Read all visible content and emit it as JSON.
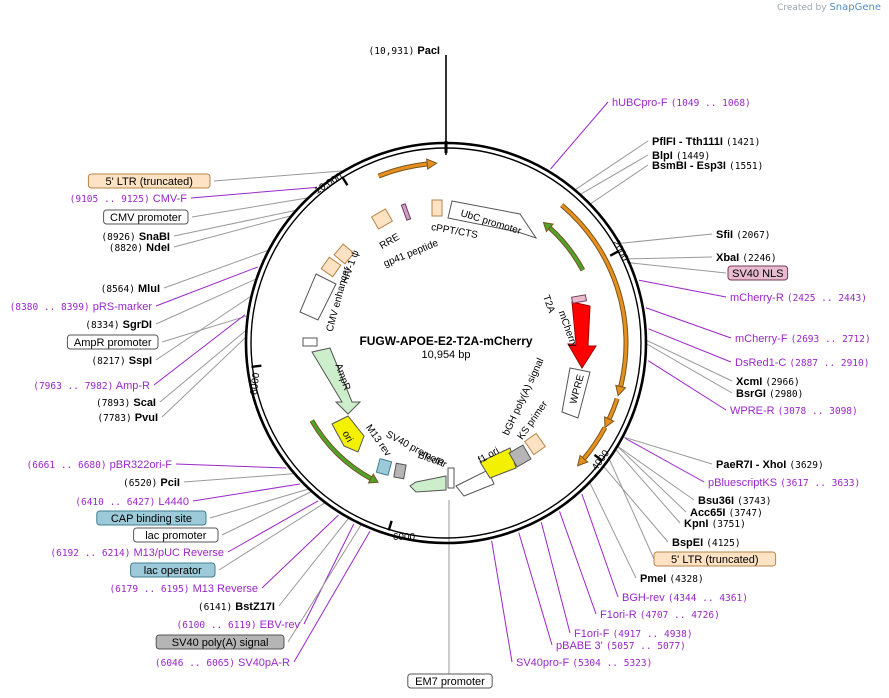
{
  "credit": {
    "prefix": "Created by",
    "brand": "SnapGene"
  },
  "plasmid": {
    "name": "FUGW-APOE-E2-T2A-mCherry",
    "length": "10,954 bp"
  },
  "ticks": [
    "10,000",
    "2000",
    "4000",
    "6000",
    "8000"
  ],
  "colors": {
    "backbone": "#000000",
    "primer": "#9b27c9",
    "enzyme": "#000000",
    "position": "#000000",
    "orange_feature": "#e58f1c",
    "green_feature": "#4ea32a",
    "leader": "#999999"
  },
  "right_labels": [
    {
      "name": "hUBCpro-F",
      "pos": "(1049 .. 1068)",
      "kind": "primer"
    },
    {
      "name": "PflFI",
      "extra": "Tth111I",
      "pos": "(1421)",
      "kind": "enzyme"
    },
    {
      "name": "BlpI",
      "pos": "(1449)",
      "kind": "enzyme"
    },
    {
      "name": "BsmBI",
      "extra": "Esp3I",
      "pos": "(1551)",
      "kind": "enzyme"
    },
    {
      "name": "SfiI",
      "pos": "(2067)",
      "kind": "enzyme"
    },
    {
      "name": "XbaI",
      "pos": "(2246)",
      "kind": "enzyme"
    },
    {
      "name": "SV40 NLS",
      "kind": "box",
      "fill": "#e8bcd0",
      "stroke": "#7a3a55"
    },
    {
      "name": "mCherry-R",
      "pos": "(2425 .. 2443)",
      "kind": "primer"
    },
    {
      "name": "mCherry-F",
      "pos": "(2693 .. 2712)",
      "kind": "primer"
    },
    {
      "name": "DsRed1-C",
      "pos": "(2887 .. 2910)",
      "kind": "primer"
    },
    {
      "name": "XcmI",
      "pos": "(2966)",
      "kind": "enzyme"
    },
    {
      "name": "BsrGI",
      "pos": "(2980)",
      "kind": "enzyme"
    },
    {
      "name": "WPRE-R",
      "pos": "(3078 .. 3098)",
      "kind": "primer"
    },
    {
      "name": "PaeR7I",
      "extra": "XhoI",
      "pos": "(3629)",
      "kind": "enzyme"
    },
    {
      "name": "pBluescriptKS",
      "pos": "(3617 .. 3633)",
      "kind": "primer"
    },
    {
      "name": "Bsu36I",
      "pos": "(3743)",
      "kind": "enzyme"
    },
    {
      "name": "Acc65I",
      "pos": "(3747)",
      "kind": "enzyme"
    },
    {
      "name": "KpnI",
      "pos": "(3751)",
      "kind": "enzyme"
    },
    {
      "name": "BspEI",
      "pos": "(4125)",
      "kind": "enzyme"
    },
    {
      "name": "5' LTR (truncated)",
      "kind": "box",
      "fill": "#fde2c4",
      "stroke": "#b8864a"
    },
    {
      "name": "PmeI",
      "pos": "(4328)",
      "kind": "enzyme"
    },
    {
      "name": "BGH-rev",
      "pos": "(4344 .. 4361)",
      "kind": "primer"
    },
    {
      "name": "F1ori-R",
      "pos": "(4707 .. 4726)",
      "kind": "primer"
    },
    {
      "name": "F1ori-F",
      "pos": "(4917 .. 4938)",
      "kind": "primer"
    },
    {
      "name": "pBABE 3'",
      "pos": "(5057 .. 5077)",
      "kind": "primer"
    },
    {
      "name": "SV40pro-F",
      "pos": "(5304 .. 5323)",
      "kind": "primer"
    },
    {
      "name": "EM7 promoter",
      "kind": "box",
      "fill": "#ffffff",
      "stroke": "#555555"
    }
  ],
  "top_label": {
    "name": "PacI",
    "pos": "(10,931)"
  },
  "left_labels": [
    {
      "name": "5' LTR (truncated)",
      "kind": "box",
      "fill": "#fde2c4",
      "stroke": "#b8864a"
    },
    {
      "name": "CMV-F",
      "pos": "(9105 .. 9125)",
      "kind": "primer"
    },
    {
      "name": "CMV promoter",
      "kind": "box",
      "fill": "#ffffff",
      "stroke": "#555555"
    },
    {
      "name": "SnaBI",
      "pos": "(8926)",
      "kind": "enzyme"
    },
    {
      "name": "NdeI",
      "pos": "(8820)",
      "kind": "enzyme"
    },
    {
      "name": "MluI",
      "pos": "(8564)",
      "kind": "enzyme"
    },
    {
      "name": "pRS-marker",
      "pos": "(8380 .. 8399)",
      "kind": "primer"
    },
    {
      "name": "SgrDI",
      "pos": "(8334)",
      "kind": "enzyme"
    },
    {
      "name": "AmpR promoter",
      "kind": "box",
      "fill": "#ffffff",
      "stroke": "#555555"
    },
    {
      "name": "SspI",
      "pos": "(8217)",
      "kind": "enzyme"
    },
    {
      "name": "Amp-R",
      "pos": "(7963 .. 7982)",
      "kind": "primer"
    },
    {
      "name": "ScaI",
      "pos": "(7893)",
      "kind": "enzyme"
    },
    {
      "name": "PvuI",
      "pos": "(7783)",
      "kind": "enzyme"
    },
    {
      "name": "pBR322ori-F",
      "pos": "(6661 .. 6680)",
      "kind": "primer"
    },
    {
      "name": "PciI",
      "pos": "(6520)",
      "kind": "enzyme"
    },
    {
      "name": "L4440",
      "pos": "(6410 .. 6427)",
      "kind": "primer"
    },
    {
      "name": "CAP binding site",
      "kind": "box",
      "fill": "#9ccad9",
      "stroke": "#3f7d90"
    },
    {
      "name": "lac promoter",
      "kind": "box",
      "fill": "#ffffff",
      "stroke": "#555555"
    },
    {
      "name": "M13/pUC Reverse",
      "pos": "(6192 .. 6214)",
      "kind": "primer"
    },
    {
      "name": "lac operator",
      "kind": "box",
      "fill": "#9ccad9",
      "stroke": "#3f7d90"
    },
    {
      "name": "M13 Reverse",
      "pos": "(6179 .. 6195)",
      "kind": "primer"
    },
    {
      "name": "BstZ17I",
      "pos": "(6141)",
      "kind": "enzyme"
    },
    {
      "name": "EBV-rev",
      "pos": "(6100 .. 6119)",
      "kind": "primer"
    },
    {
      "name": "SV40 poly(A) signal",
      "kind": "box",
      "fill": "#b5b5b5",
      "stroke": "#555555"
    },
    {
      "name": "SV40pA-R",
      "pos": "(6046 .. 6065)",
      "kind": "primer"
    }
  ],
  "inner_labels": [
    "UbC promoter",
    "cPPT/CTS",
    "RRE",
    "gp41 peptide",
    "HIV-1 ψ",
    "CMV enhancer",
    "AmpR",
    "ori",
    "M13 rev",
    "SV40 promoter",
    "BleoR",
    "f1 ori",
    "KS primer",
    "bGH poly(A) signal",
    "WPRE",
    "mCherry",
    "T2A"
  ]
}
